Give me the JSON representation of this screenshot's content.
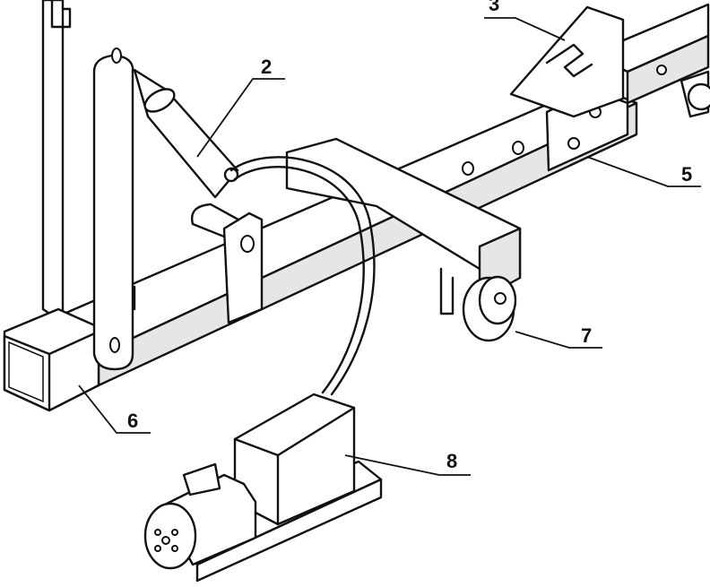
{
  "labels": {
    "part_2": "2",
    "part_3": "3",
    "part_5": "5",
    "part_6": "6",
    "part_7": "7",
    "part_8": "8"
  }
}
